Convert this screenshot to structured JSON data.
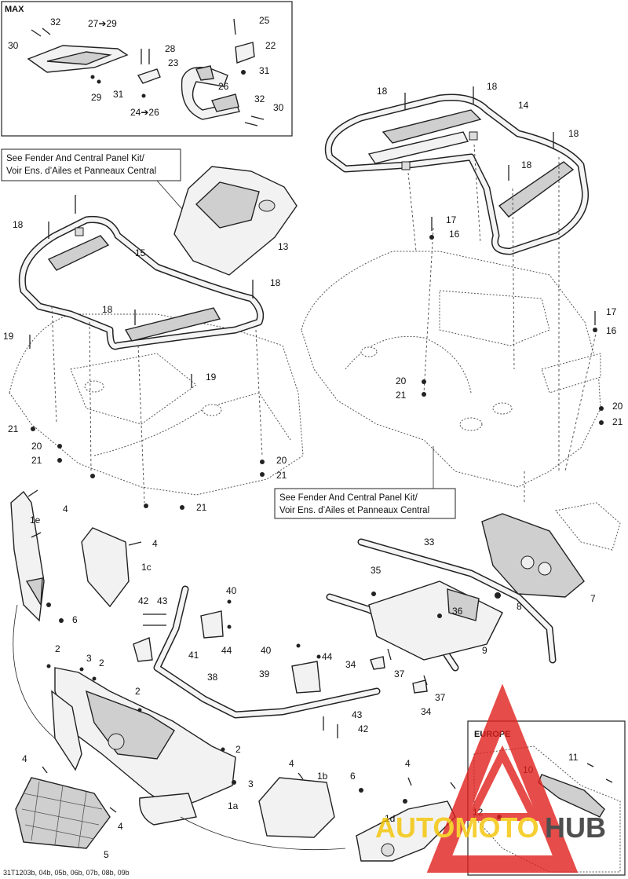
{
  "inset_max": {
    "title": "MAX",
    "labels": [
      "30",
      "32",
      "27➔29",
      "25",
      "28",
      "23",
      "22",
      "31",
      "29",
      "31",
      "26",
      "24➔26",
      "32",
      "30"
    ]
  },
  "notes": {
    "kit_note_top_line1": "See Fender And Central Panel Kit/",
    "kit_note_top_line2": "Voir Ens. d’Ailes et Panneaux Central",
    "kit_note_bottom_line1": "See Fender And Central Panel Kit/",
    "kit_note_bottom_line2": "Voir Ens. d’Ailes et Panneaux Central"
  },
  "rear_rack": {
    "labels": [
      "18",
      "18",
      "14",
      "18",
      "18",
      "17",
      "16",
      "17",
      "16",
      "20",
      "21",
      "20",
      "21"
    ]
  },
  "front_rack": {
    "labels": [
      "18",
      "15",
      "18",
      "18",
      "19",
      "19",
      "21",
      "20",
      "21",
      "20",
      "21",
      "21",
      "13"
    ]
  },
  "front_body": {
    "labels": [
      "4",
      "1e",
      "1c",
      "4",
      "6",
      "2",
      "3",
      "2",
      "2",
      "2",
      "3",
      "4",
      "4",
      "5",
      "1a",
      "4",
      "1b",
      "6",
      "4",
      "1d"
    ]
  },
  "frame": {
    "labels": [
      "33",
      "35",
      "36",
      "7",
      "8",
      "9",
      "40",
      "42",
      "43",
      "41",
      "44",
      "40",
      "44",
      "39",
      "38",
      "43",
      "42",
      "34",
      "37",
      "37",
      "34"
    ]
  },
  "inset_europe": {
    "title": "EUROPE",
    "labels": [
      "11",
      "10",
      "12"
    ]
  },
  "footer": {
    "code": "31T1203b, 04b, 05b, 06b, 07b, 08b, 09b"
  },
  "watermark": {
    "brand_part1": "AUTOMOTO",
    "brand_part2": "HUB",
    "color_red": "#e0201c",
    "color_yellow": "#f4c400",
    "color_dark": "#222222"
  }
}
